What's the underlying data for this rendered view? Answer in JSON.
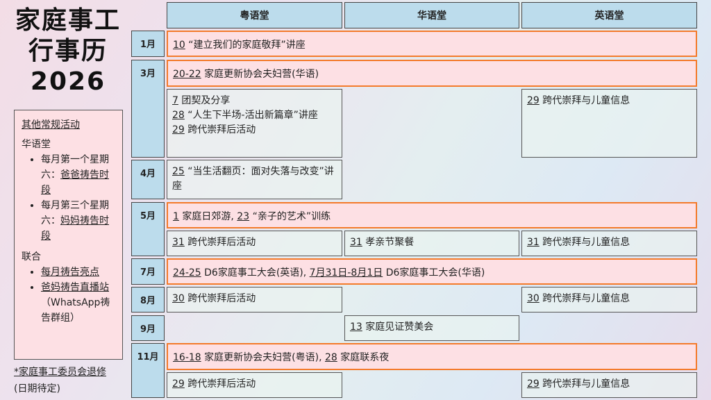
{
  "title": [
    "家庭事工",
    "行事历",
    "2026"
  ],
  "headers": [
    "粤语堂",
    "华语堂",
    "英语堂"
  ],
  "sidebar": {
    "heading": "其他常规活动",
    "group1": "华语堂",
    "g1_items": [
      {
        "pre": "每月第一个星期六：",
        "link": "爸爸祷告时段"
      },
      {
        "pre": "每月第三个星期六：",
        "link": "妈妈祷告时段"
      }
    ],
    "group2": "联合",
    "g2_items": [
      {
        "link": "每月祷告亮点",
        "post": ""
      },
      {
        "link": "爸妈祷告直播站",
        "post": "（WhatsApp祷告群组）"
      }
    ]
  },
  "footnote": {
    "link": "*家庭事工委员会退修",
    "post": "(日期待定)"
  },
  "months": [
    "1月",
    "3月",
    "4月",
    "5月",
    "7月",
    "8月",
    "9月",
    "11月"
  ],
  "events": {
    "jan": {
      "d": "10",
      "t": "“建立我们的家庭敬拜”讲座"
    },
    "mar_all": {
      "d": "20-22",
      "t": "家庭更新协会夫妇营(华语)"
    },
    "mar_c1": [
      {
        "d": "7",
        "t": "团契及分享"
      },
      {
        "d": "28",
        "t": "“人生下半场-活出新篇章”讲座"
      },
      {
        "d": "29",
        "t": "跨代崇拜后活动"
      }
    ],
    "mar_c3": {
      "d": "29",
      "t": "跨代崇拜与儿童信息"
    },
    "apr_c1": {
      "d": "25",
      "t": "“当生活翻页：面对失落与改变”讲座"
    },
    "may_all": {
      "d1": "1",
      "t1": "家庭日郊游,",
      "d2": "23",
      "t2": "“亲子的艺术”训练"
    },
    "may_c1": {
      "d": "31",
      "t": "跨代崇拜后活动"
    },
    "may_c2": {
      "d": "31",
      "t": "孝亲节聚餐"
    },
    "may_c3": {
      "d": "31",
      "t": "跨代崇拜与儿童信息"
    },
    "jul_all": {
      "d1": "24-25",
      "t1": "D6家庭事工大会(英语),",
      "d2": "7月31日-8月1日",
      "t2": "D6家庭事工大会(华语)"
    },
    "aug_c1": {
      "d": "30",
      "t": "跨代崇拜后活动"
    },
    "aug_c3": {
      "d": "30",
      "t": "跨代崇拜与儿童信息"
    },
    "sep_c2": {
      "d": "13",
      "t": "家庭见证赞美会"
    },
    "nov_all": {
      "d1": "16-18",
      "t1": "家庭更新协会夫妇营(粤语),",
      "d2": "28",
      "t2": "家庭联系夜"
    },
    "nov_c1": {
      "d": "29",
      "t": "跨代崇拜后活动"
    },
    "nov_c3": {
      "d": "29",
      "t": "跨代崇拜与儿童信息"
    }
  },
  "colors": {
    "header": "#bcdcec",
    "highlight_border": "#f47a2a",
    "highlight_bg": "#fde0e4"
  }
}
